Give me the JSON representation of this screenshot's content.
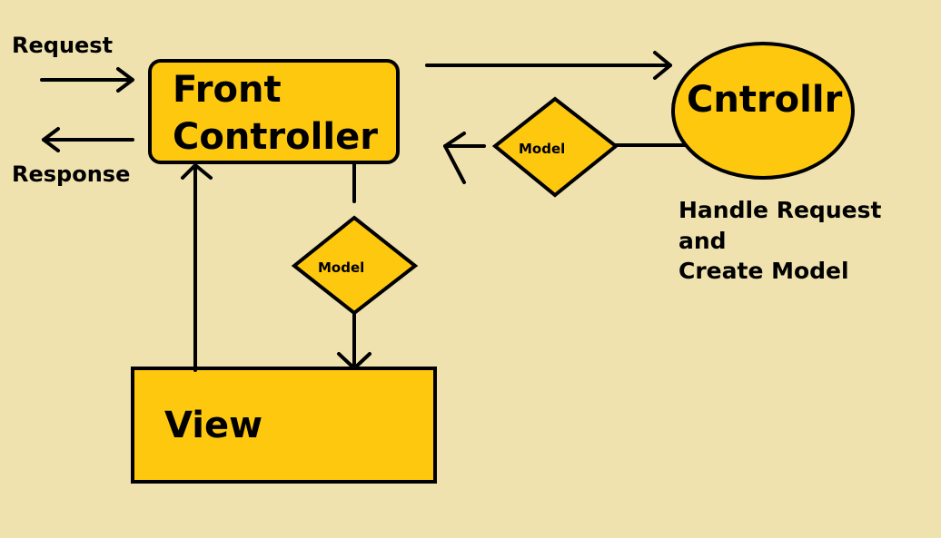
{
  "colors": {
    "background": "#efe2ae",
    "node_fill": "#fec80e",
    "stroke": "#000000"
  },
  "front_controller": {
    "line1": "Front",
    "line2": "Controller"
  },
  "controller": {
    "label": "Cntrollr"
  },
  "view": {
    "label": "View"
  },
  "model_top": {
    "label": "Model"
  },
  "model_bottom": {
    "label": "Model"
  },
  "request_label": "Request",
  "response_label": "Response",
  "note": {
    "line1": "Handle Request",
    "line2": "and",
    "line3": "Create Model"
  }
}
